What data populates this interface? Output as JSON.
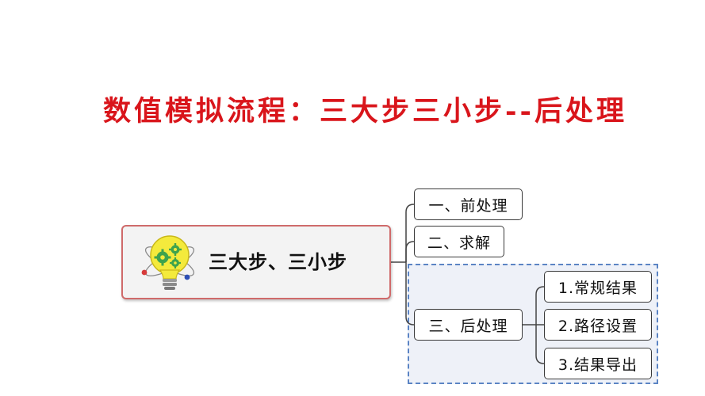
{
  "title": "数值模拟流程：三大步三小步--后处理",
  "root": {
    "label": "三大步、三小步",
    "icon": "lightbulb-gears-icon"
  },
  "branches": [
    {
      "label": "一、前处理"
    },
    {
      "label": "二、求解"
    },
    {
      "label": "三、后处理",
      "children": [
        {
          "label": "1.常规结果"
        },
        {
          "label": "2.路径设置"
        },
        {
          "label": "3.结果导出"
        }
      ]
    }
  ],
  "colors": {
    "title": "#d9151b",
    "root_border": "#cf6a6a",
    "highlight_border": "#5b84c4",
    "highlight_fill": "#eef1f8"
  }
}
